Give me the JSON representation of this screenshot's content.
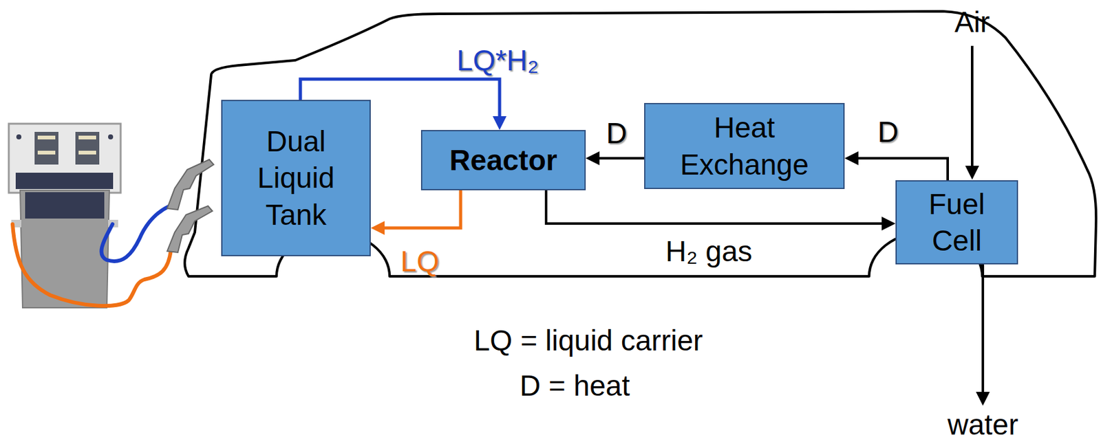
{
  "diagram": {
    "nodes": [
      {
        "text": [
          "Dual Liquid Tank"
        ]
      },
      {
        "text": [
          "Reactor"
        ]
      },
      {
        "text": [
          "Heat Exchange"
        ]
      },
      {
        "text": [
          "Fuel Cell"
        ]
      }
    ],
    "edges": [
      {
        "from": 0,
        "to": 1,
        "arrow": "to",
        "label": "LQ*H₂"
      },
      {
        "from": 1,
        "to": 0,
        "arrow": "to",
        "label": "LQ"
      },
      {
        "from": 2,
        "to": 1,
        "arrow": "to",
        "label": "D"
      },
      {
        "from": 3,
        "to": 2,
        "arrow": "to",
        "label": "D"
      },
      {
        "from": 1,
        "to": 3,
        "arrow": "to",
        "label": "H₂ gas"
      }
    ],
    "labels": [
      "Air",
      "water",
      "LQ = liquid carrier",
      "D = heat"
    ]
  }
}
